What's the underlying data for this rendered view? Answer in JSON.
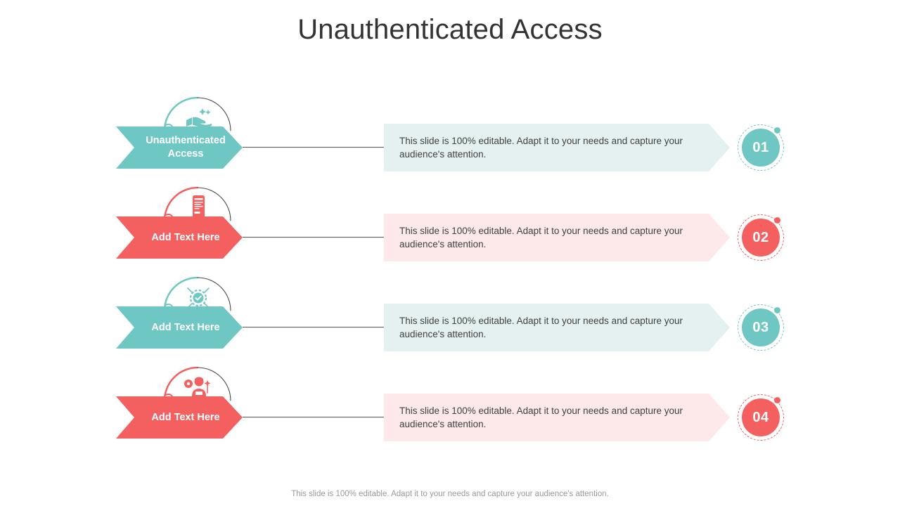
{
  "slide": {
    "title": "Unauthenticated Access",
    "footer_note": "This slide is 100% editable. Adapt it to your needs and capture your audience's attention."
  },
  "theme": {
    "teal": "#6FC7C3",
    "teal_light": "#E4F1F0",
    "red": "#F4605F",
    "red_light": "#FDE9E9",
    "connector": "#5a5a5a",
    "title_color": "#333333",
    "body_color": "#404040",
    "footer_color": "#9a9a9a"
  },
  "rows": [
    {
      "number": "01",
      "label": "Unauthenticated Access",
      "body": "This slide is 100% editable. Adapt it to your needs and capture your audience's attention.",
      "color": "teal",
      "icon": "hand-sparkle-icon"
    },
    {
      "number": "02",
      "label": "Add Text Here",
      "body": "This slide is 100% editable. Adapt it to your needs and capture your audience's attention.",
      "color": "red",
      "icon": "mobile-document-icon"
    },
    {
      "number": "03",
      "label": "Add Text Here",
      "body": "This slide is 100% editable. Adapt it to your needs and capture your audience's attention.",
      "color": "teal",
      "icon": "gear-check-icon"
    },
    {
      "number": "04",
      "label": "Add Text Here",
      "body": "This slide is 100% editable. Adapt it to your needs and capture your audience's attention.",
      "color": "red",
      "icon": "person-gear-icon"
    }
  ]
}
